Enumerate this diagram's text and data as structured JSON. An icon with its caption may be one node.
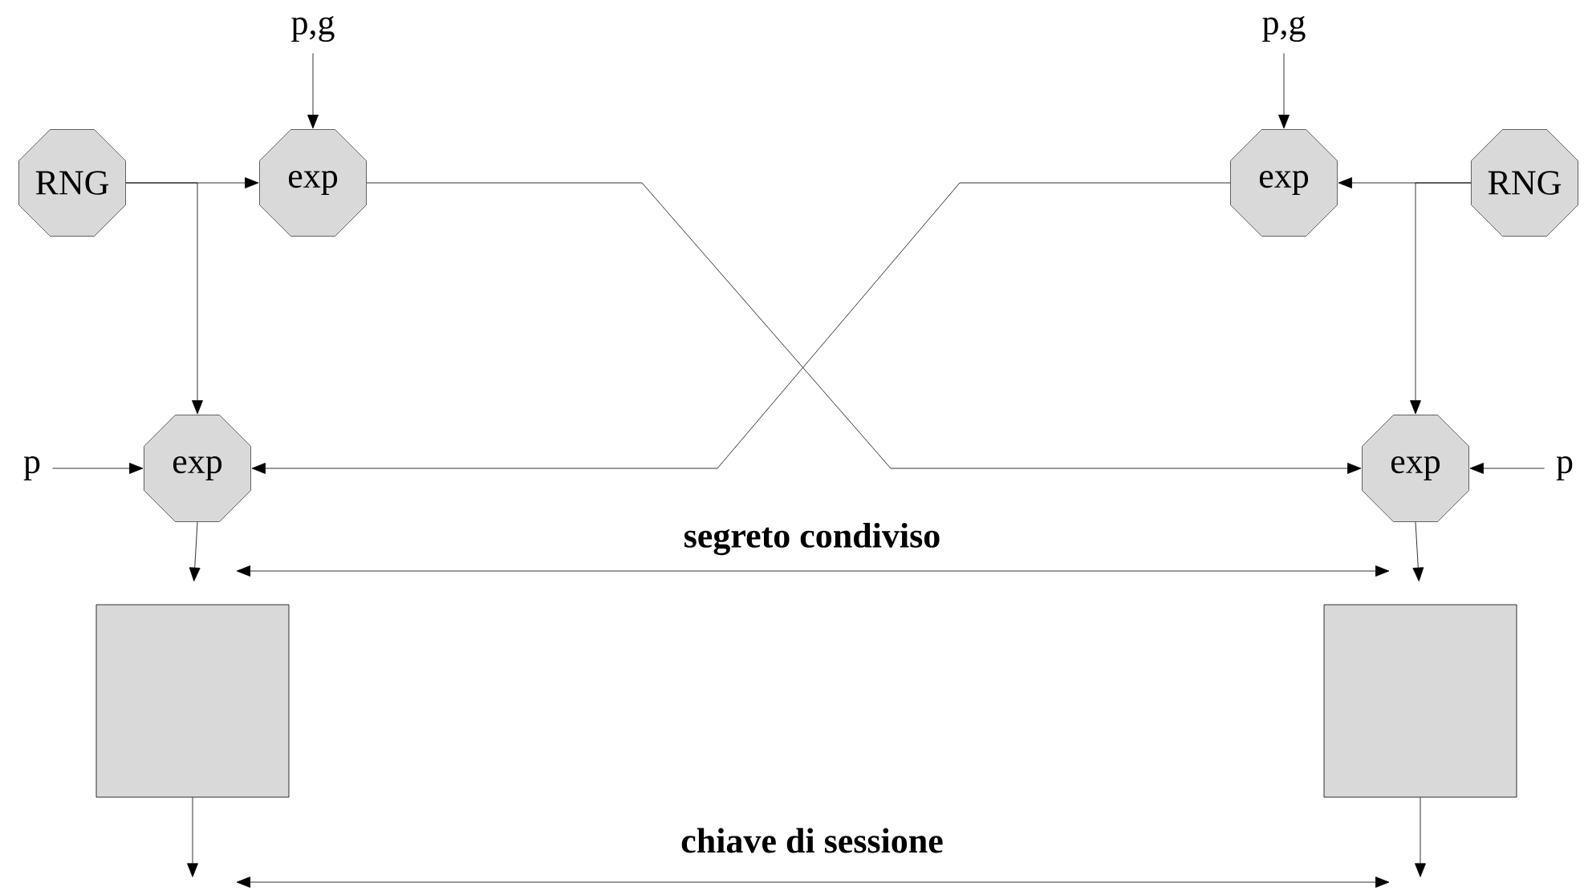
{
  "diagram": {
    "nodes": [
      {
        "text": [
          "p,g"
        ]
      },
      {
        "text": [
          "p,g"
        ]
      },
      {
        "text": [
          "RNG"
        ]
      },
      {
        "text": [
          "exp"
        ]
      },
      {
        "text": [
          "exp"
        ]
      },
      {
        "text": [
          "RNG"
        ]
      },
      {
        "text": [
          "p"
        ]
      },
      {
        "text": [
          "exp"
        ]
      },
      {
        "text": [
          "exp"
        ]
      },
      {
        "text": [
          "p"
        ]
      },
      {
        "text": [],
        "shape": "box"
      },
      {
        "text": [],
        "shape": "box"
      }
    ],
    "edges": [
      {
        "from": 0,
        "to": 3,
        "arrow": "to"
      },
      {
        "from": 1,
        "to": 4,
        "arrow": "to"
      },
      {
        "from": 2,
        "to": 3,
        "arrow": "to"
      },
      {
        "from": 2,
        "to": 7,
        "arrow": "to"
      },
      {
        "from": 5,
        "to": 4,
        "arrow": "to"
      },
      {
        "from": 5,
        "to": 8,
        "arrow": "to"
      },
      {
        "from": 3,
        "to": 8,
        "arrow": "to"
      },
      {
        "from": 4,
        "to": 7,
        "arrow": "to"
      },
      {
        "from": 6,
        "to": 7,
        "arrow": "to"
      },
      {
        "from": 9,
        "to": 8,
        "arrow": "to"
      },
      {
        "from": 7,
        "to": 10,
        "arrow": "to"
      },
      {
        "from": 8,
        "to": 11,
        "arrow": "to"
      },
      {
        "from": 10,
        "to": null,
        "arrow": "to"
      },
      {
        "from": 11,
        "to": null,
        "arrow": "to"
      }
    ],
    "labels": [
      "segreto condiviso",
      "chiave di sessione"
    ]
  }
}
